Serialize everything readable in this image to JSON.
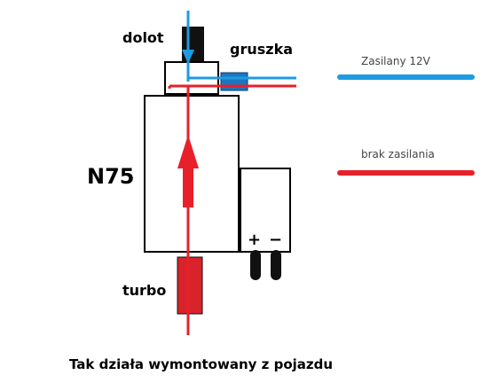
{
  "labels": {
    "dolot": "dolot",
    "gruszka": "gruszka",
    "n75": "N75",
    "turbo": "turbo",
    "plus": "+",
    "minus": "−",
    "caption": "Tak działa wymontowany z pojazdu"
  },
  "legend": [
    {
      "label": "Zasilany 12V",
      "color": "#1e9be0"
    },
    {
      "label": "brak zasilania",
      "color": "#e8202a"
    }
  ],
  "colors": {
    "blue_line": "#1e9be0",
    "red_line": "#e8202a",
    "turbo_fill": "#d8232a",
    "dolot_fill": "#111111",
    "gruszka_fill": "#1b75c0"
  }
}
